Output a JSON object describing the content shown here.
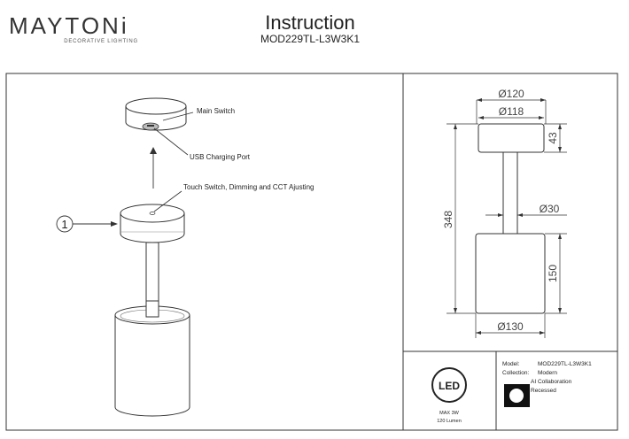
{
  "brand": {
    "name": "MAYTONi",
    "tagline": "DECORATIVE LIGHTING"
  },
  "header": {
    "title": "Instruction",
    "model": "MOD229TL-L3W3K1"
  },
  "callouts": {
    "main_switch": "Main Switch",
    "usb_port": "USB Charging Port",
    "touch_switch": "Touch Switch, Dimming and CCT Ajusting",
    "part_number": "1"
  },
  "dimensions": {
    "d120": "Ø120",
    "d118": "Ø118",
    "h43": "43",
    "d30": "Ø30",
    "h348": "348",
    "h150": "150",
    "d130": "Ø130"
  },
  "badge": {
    "label": "LED",
    "max": "MAX 3W",
    "lumen": "120 Lumen"
  },
  "info": {
    "model_key": "Model:",
    "model_val": "MOD229TL-L3W3K1",
    "collection_key": "Collection:",
    "collection_val": "Modern",
    "note1": "AI Collaboration",
    "note2": "Recessed"
  }
}
